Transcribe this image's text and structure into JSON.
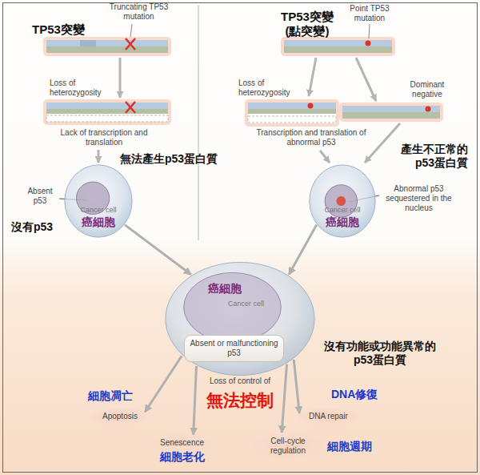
{
  "diagram": {
    "nodes": [
      {
        "text": [
          "Cancer cell",
          "癌細胞"
        ]
      },
      {
        "text": [
          "Cancer cell",
          "癌細胞"
        ]
      },
      {
        "text": [
          "癌細胞",
          "Cancer cell"
        ]
      },
      {
        "text": [
          "Absent or malfunctioning p53"
        ],
        "in": 2
      },
      {
        "text": [
          "Apoptosis",
          "細胞凋亡"
        ]
      },
      {
        "text": [
          "DNA repair",
          "DNA修復"
        ]
      },
      {
        "text": [
          "Senescence",
          "細胞老化"
        ]
      },
      {
        "text": [
          "Cell-cycle regulation",
          "細胞週期"
        ]
      }
    ],
    "edges": [
      {
        "from": 0,
        "to": 2,
        "arrow": "to"
      },
      {
        "from": 1,
        "to": 2,
        "arrow": "to"
      },
      {
        "from": 2,
        "to": 4,
        "arrow": "to"
      },
      {
        "from": 2,
        "to": 5,
        "arrow": "to"
      },
      {
        "from": 2,
        "to": 6,
        "arrow": "to"
      },
      {
        "from": 2,
        "to": 7,
        "arrow": "to"
      }
    ],
    "labels": [
      "TP53突變",
      "Truncating TP53 mutation",
      "Loss of heterozygosity",
      "Lack of transcription and translation",
      "無法產生p53蛋白質",
      "Absent p53",
      "沒有p53",
      "TP53突變 (點突變)",
      "Point TP53 mutation",
      "Loss of heterozygosity",
      "Dominant negative",
      "Transcription and translation of abnormal p53",
      "產生不正常的 p53蛋白質",
      "Abnormal p53 sequestered in the nucleus",
      "沒有功能或功能異常的 p53蛋白質",
      "Loss of control of",
      "無法控制"
    ]
  }
}
